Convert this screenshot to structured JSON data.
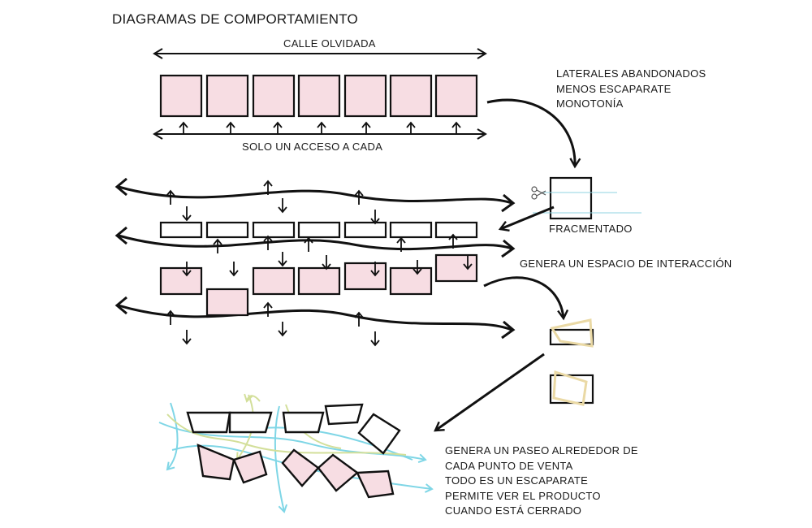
{
  "title": "DIAGRAMAS DE COMPORTAMIENTO",
  "labels": {
    "top_street": "CALLE OLVIDADA",
    "single_access": "SOLO UN ACCESO A CADA",
    "fragmented": "FRACMENTADO",
    "interaction": "GENERA UN ESPACIO DE INTERACCIÓN"
  },
  "notes": {
    "abandoned": [
      "LATERALES ABANDONADOS",
      "MENOS ESCAPARATE",
      "MONOTONÍA"
    ],
    "walk": [
      "GENERA UN PASEO ALREDEDOR DE",
      "CADA PUNTO DE VENTA",
      "TODO ES UN ESCAPARATE",
      "PERMITE VER EL PRODUCTO",
      "CUANDO ESTÁ CERRADO"
    ]
  },
  "icons": {
    "cut": "scissors-icon"
  },
  "colors": {
    "fill_pink": "#f7dde3",
    "stroke": "#111111",
    "accent_yellow": "#ead9a5",
    "accent_cyan": "#7fd6e6",
    "accent_green": "#d3df9a"
  }
}
